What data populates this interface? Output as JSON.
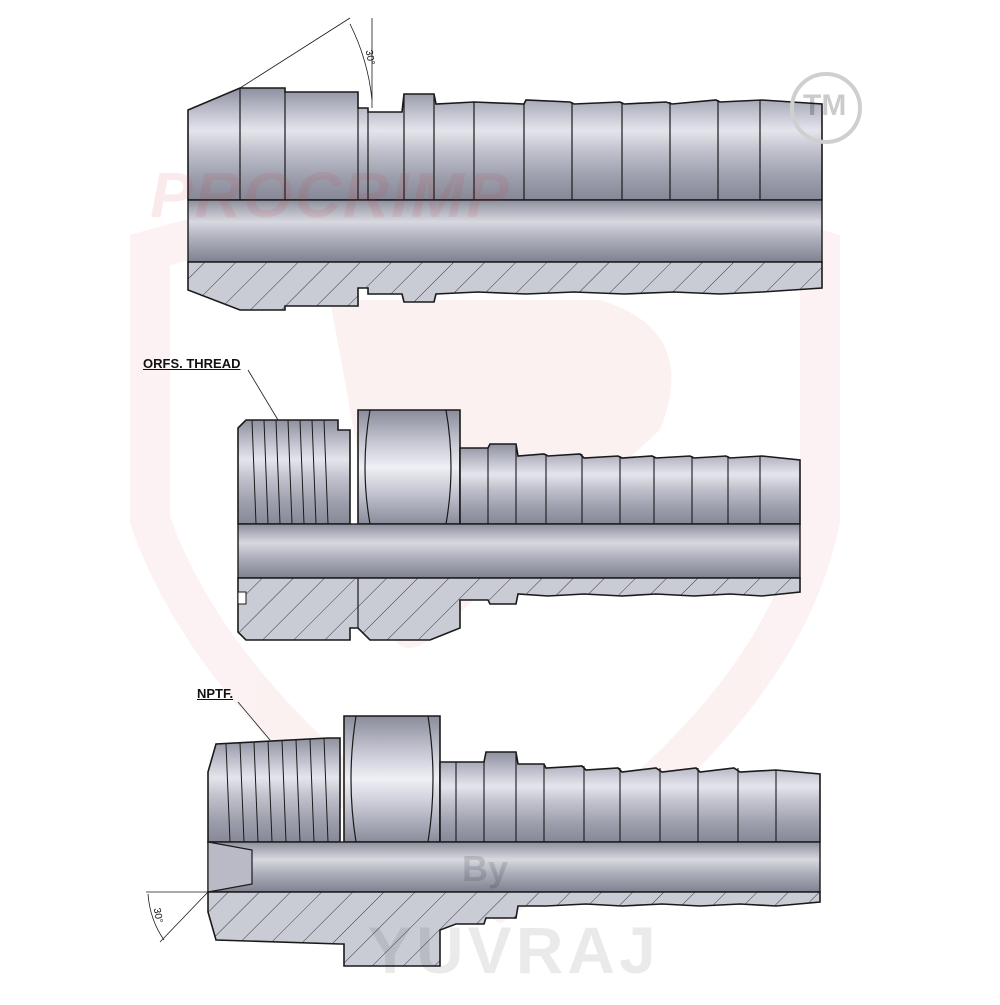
{
  "watermark": {
    "brand": "PROCRIMP",
    "by": "By",
    "maker": "YUVRAJ",
    "trademark": "TM",
    "brand_color": "#d8262c"
  },
  "callouts": {
    "orfs_thread": "ORFS. THREAD",
    "nptf": "NPTF."
  },
  "dimensions": {
    "top_angle": "30°",
    "bottom_angle": "30°"
  },
  "colors": {
    "metal_light": "#c6c7d2",
    "metal_mid": "#9ea0af",
    "metal_dark": "#7d7f8e",
    "section_fill": "#c9cad3",
    "outline": "#1a1a1a"
  }
}
